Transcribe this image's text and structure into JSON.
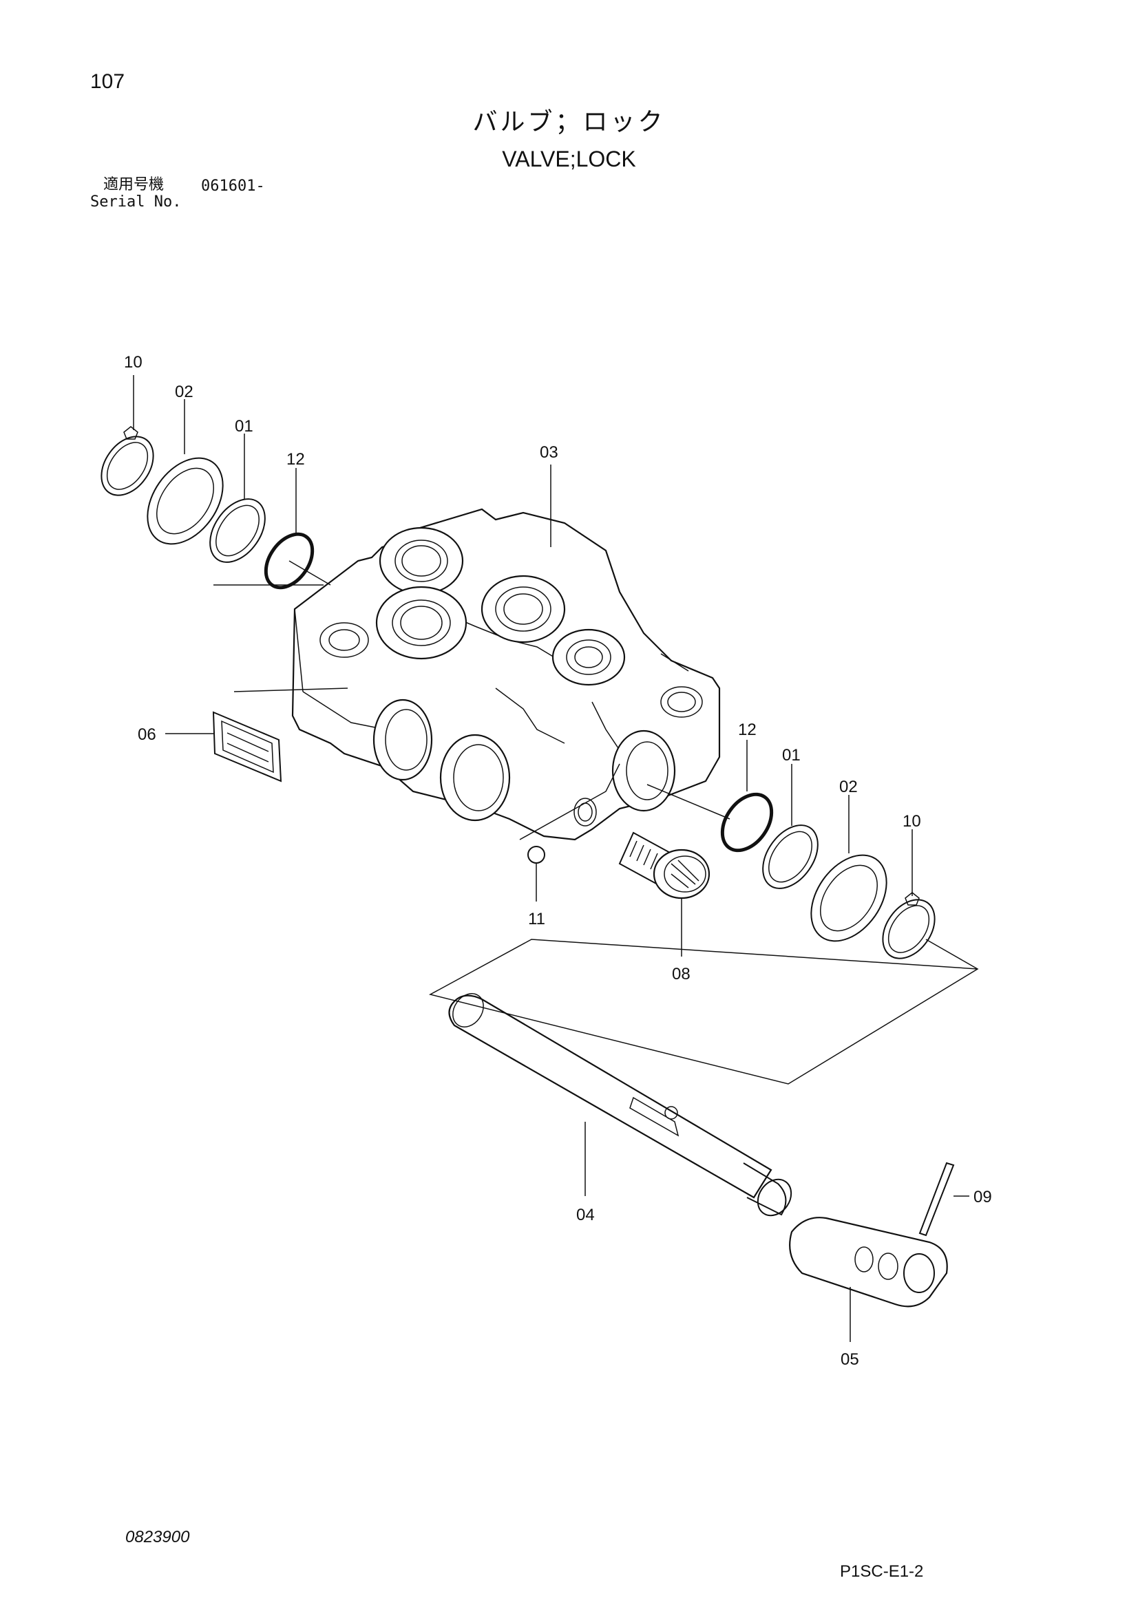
{
  "header": {
    "page_number": "107",
    "title_jp": "バルブ；ロック",
    "title_en": "VALVE;LOCK",
    "serial_label_jp": "適用号機",
    "serial_range": "061601-",
    "serial_label_en": "Serial No."
  },
  "callouts": {
    "c10a": "10",
    "c02a": "02",
    "c01a": "01",
    "c12a": "12",
    "c03": "03",
    "c06": "06",
    "c12b": "12",
    "c01b": "01",
    "c02b": "02",
    "c10b": "10",
    "c11": "11",
    "c08": "08",
    "c04": "04",
    "c09": "09",
    "c05": "05"
  },
  "footer": {
    "doc_number": "0823900",
    "page_code": "P1SC-E1-2"
  }
}
